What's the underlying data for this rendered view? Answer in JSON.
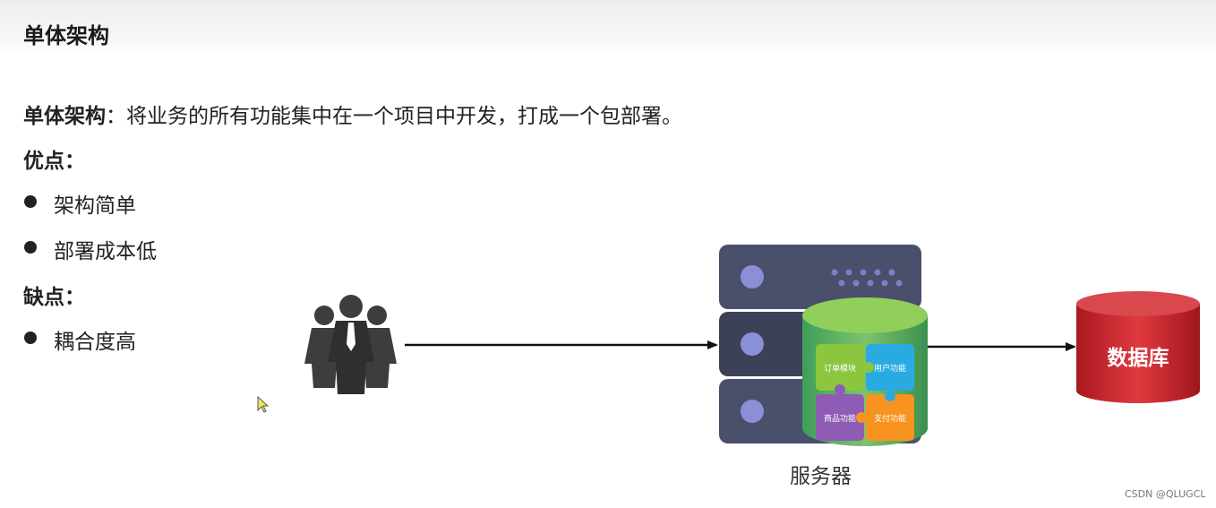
{
  "header": {
    "title": "单体架构"
  },
  "definition": {
    "term": "单体架构",
    "text": "：将业务的所有功能集中在一个项目中开发，打成一个包部署。"
  },
  "pros": {
    "heading": "优点：",
    "items": [
      "架构简单",
      "部署成本低"
    ]
  },
  "cons": {
    "heading": "缺点：",
    "items": [
      "耦合度高"
    ]
  },
  "diagram": {
    "users_icon": "people-group-icon",
    "server_label": "服务器",
    "database_label": "数据库",
    "modules": [
      "订单模块",
      "用户功能",
      "商品功能",
      "支付功能"
    ],
    "colors": {
      "server": "#4a4f6b",
      "module_order": "#8cc63f",
      "module_user": "#29abe2",
      "module_product": "#8e5bb5",
      "module_pay": "#f7931e",
      "database": "#c1272d"
    }
  },
  "watermark": "CSDN @QLUGCL"
}
